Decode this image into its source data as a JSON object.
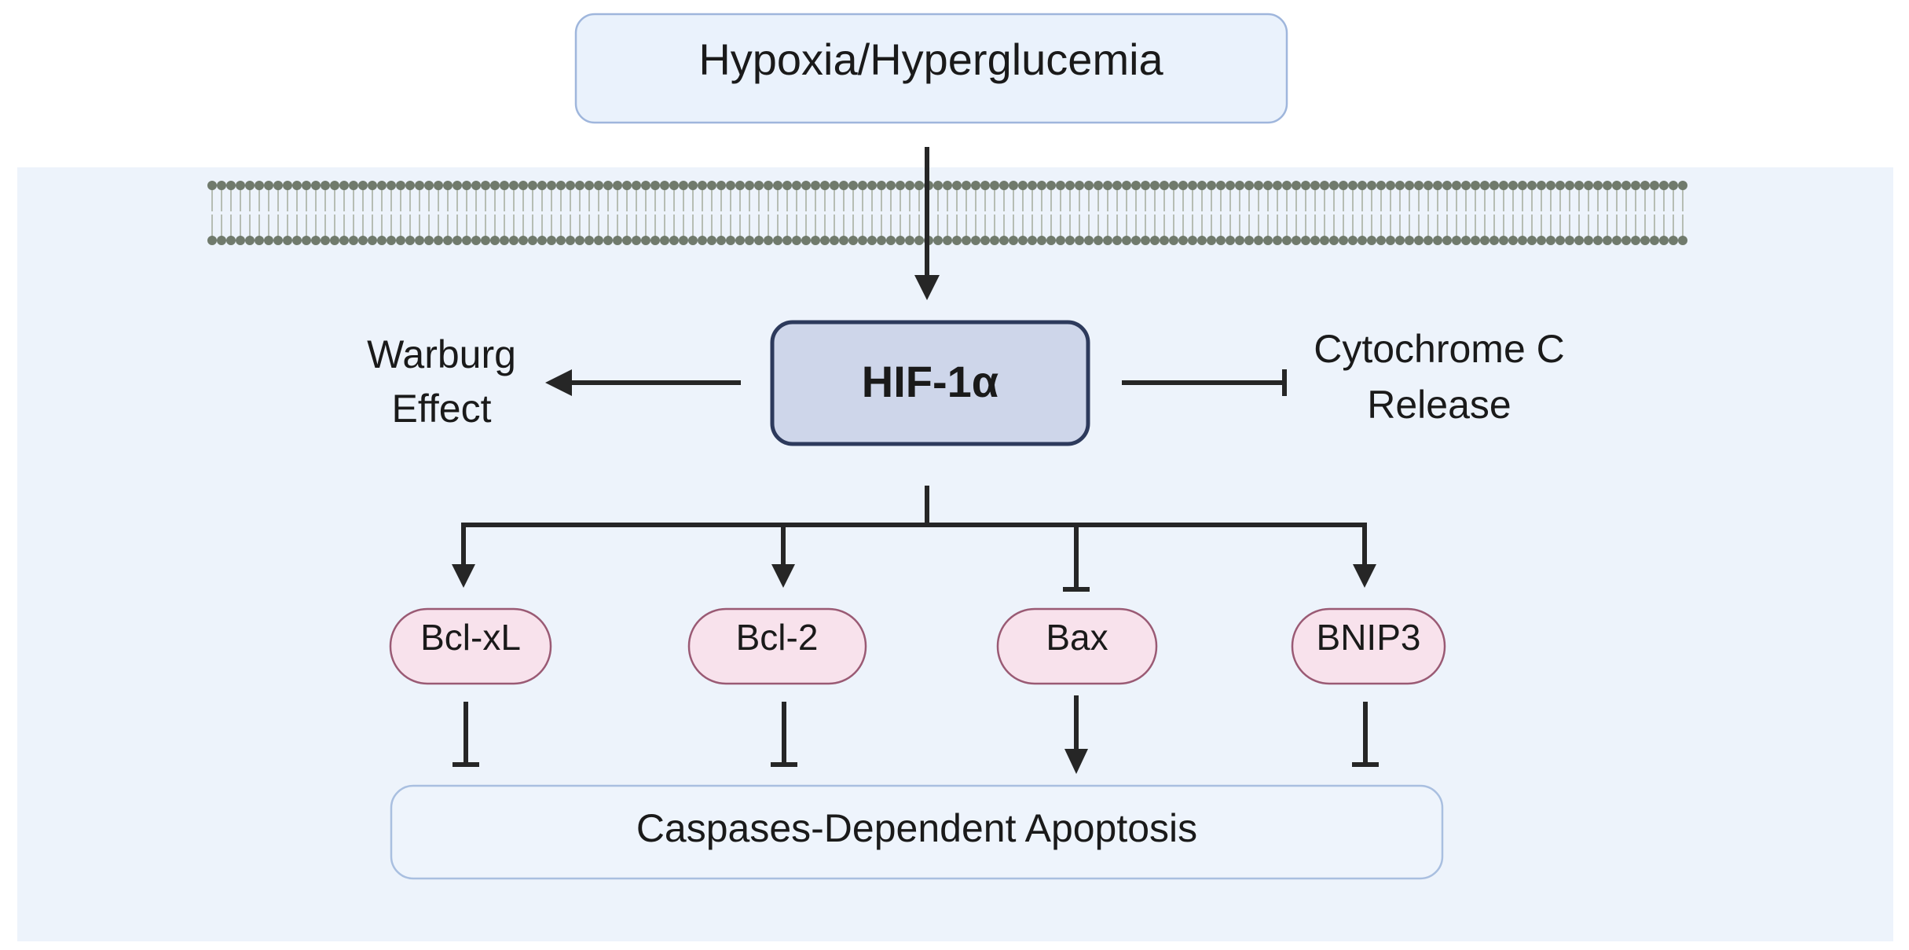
{
  "trigger": {
    "label": "Hypoxia/Hyperglucemia"
  },
  "hub": {
    "label": "HIF-1α"
  },
  "left_effect": {
    "line1": "Warburg",
    "line2": "Effect"
  },
  "right_effect": {
    "line1": "Cytochrome C",
    "line2": "Release"
  },
  "proteins": [
    {
      "label": "Bcl-xL"
    },
    {
      "label": "Bcl-2"
    },
    {
      "label": "Bax"
    },
    {
      "label": "BNIP3"
    }
  ],
  "outcome": {
    "label": "Caspases-Dependent Apoptosis"
  },
  "colors": {
    "cell_background": "#edf3fb",
    "trigger_fill": "#eaf2fc",
    "trigger_stroke": "#9fb6dc",
    "hub_fill": "#ced6ea",
    "hub_stroke": "#2d3a5c",
    "protein_fill": "#f8e2ec",
    "protein_stroke": "#9a5a74",
    "outcome_fill": "#eef4fc",
    "outcome_stroke": "#a9bfe0",
    "membrane_head": "#707a6c",
    "membrane_tail": "#b6bdb4",
    "arrow": "#262626"
  }
}
